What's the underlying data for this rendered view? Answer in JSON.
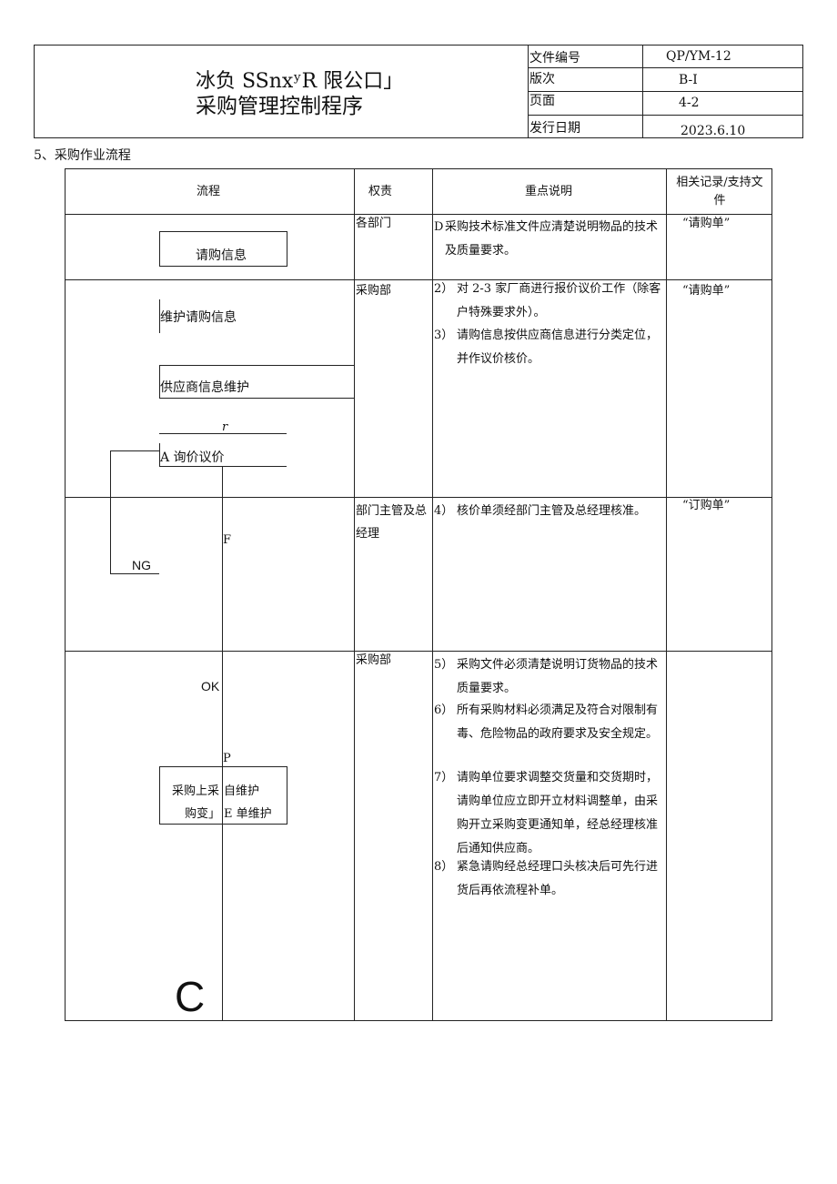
{
  "header": {
    "company": "冰负 SSnxʸR 限公口」",
    "title": "采购管理控制程序",
    "meta": [
      {
        "label": "文件编号",
        "value": "QP/YM-12"
      },
      {
        "label": "版次",
        "value": "B-I"
      },
      {
        "label": "页面",
        "value": "4-2"
      },
      {
        "label": "发行日期",
        "value": "2023.6.10"
      }
    ]
  },
  "section_title": "5、采购作业流程",
  "table": {
    "columns": [
      "流程",
      "权责",
      "重点说明",
      "相关记录/支持文件"
    ],
    "rows": [
      {
        "responsibility": "各部门",
        "notes": [
          {
            "num": "D",
            "text": "采购技术标准文件应清楚说明物品的技术及质量要求。"
          }
        ],
        "record": "“请购单”"
      },
      {
        "responsibility": "采购部",
        "notes": [
          {
            "num": "2）",
            "text": "对 2-3 家厂商进行报价议价工作（除客户特殊要求外）。"
          },
          {
            "num": "3）",
            "text": "请购信息按供应商信息进行分类定位，并作议价核价。"
          }
        ],
        "record": "“请购单”"
      },
      {
        "responsibility": "部门主管及总经理",
        "notes": [
          {
            "num": "4）",
            "text": "核价单须经部门主管及总经理核准。"
          }
        ],
        "record": "“订购单”"
      },
      {
        "responsibility": "采购部",
        "notes": [
          {
            "num": "5）",
            "text": "采购文件必须清楚说明订货物品的技术质量要求。"
          },
          {
            "num": "6）",
            "text": "所有采购材料必须满足及符合对限制有毒、危险物品的政府要求及安全规定。"
          },
          {
            "num": "7）",
            "text": "请购单位要求调整交货量和交货期时，请购单位应立即开立材料调整单，由采购开立采购变更通知单，经总经理核准后通知供应商。"
          },
          {
            "num": "8）",
            "text": "紧急请购经总经理口头核决后可先行进货后再依流程补单。"
          }
        ],
        "record": ""
      }
    ]
  },
  "flow": {
    "request_info": "请购信息",
    "maintain_request": "维护请购信息",
    "supplier_maintain": "供应商信息维护",
    "r_mark": "r",
    "inquiry": "A 询价议价",
    "f_mark": "F",
    "ng": "NG",
    "ok": "OK",
    "p_mark": "P",
    "change_left_1": "采购上采",
    "change_left_2": "购变」",
    "change_right_1": "自维护",
    "change_right_2": "E 单维护",
    "c_mark": "C"
  }
}
